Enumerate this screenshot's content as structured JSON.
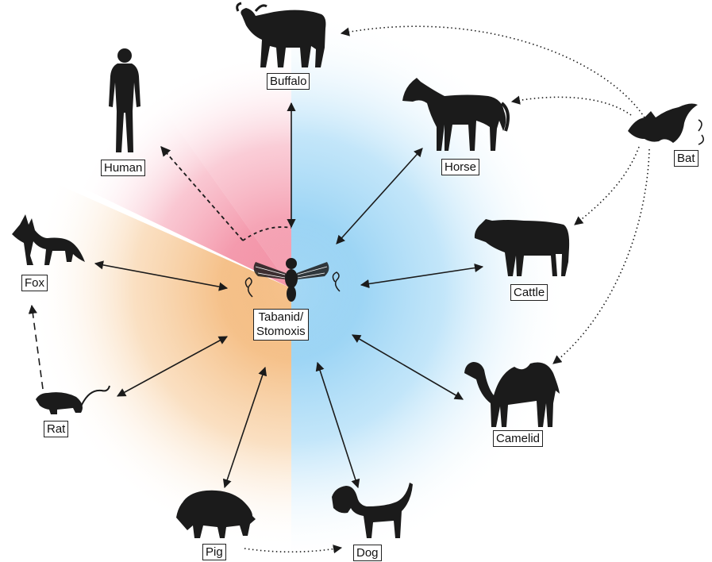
{
  "center": {
    "line1": "Tabanid/",
    "line2": "Stomoxis"
  },
  "hosts": [
    {
      "name": "Buffalo",
      "icon": "buffalo-icon"
    },
    {
      "name": "Human",
      "icon": "human-icon"
    },
    {
      "name": "Horse",
      "icon": "horse-icon"
    },
    {
      "name": "Bat",
      "icon": "bat-icon"
    },
    {
      "name": "Fox",
      "icon": "fox-icon"
    },
    {
      "name": "Cattle",
      "icon": "cattle-icon"
    },
    {
      "name": "Rat",
      "icon": "rat-icon"
    },
    {
      "name": "Camelid",
      "icon": "camel-icon"
    },
    {
      "name": "Pig",
      "icon": "pig-icon"
    },
    {
      "name": "Dog",
      "icon": "dog-icon"
    }
  ],
  "colors": {
    "blue": "#7cc6f0",
    "pink": "#ef6a86",
    "orange": "#f0a455",
    "ink": "#1b1b1b"
  }
}
